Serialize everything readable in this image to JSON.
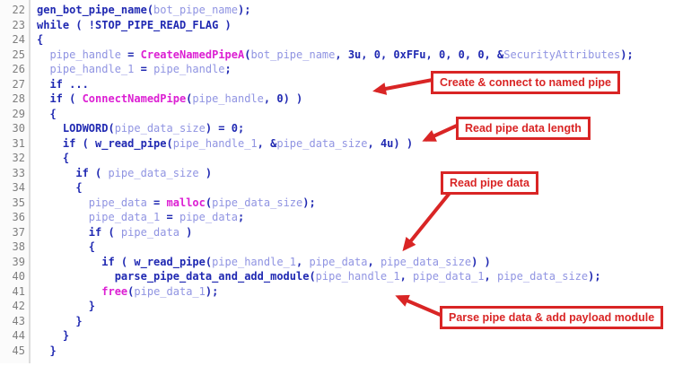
{
  "colors": {
    "keyword_blue": "#2029b2",
    "function_magenta": "#dc1fd3",
    "variable_purple": "#9094e2",
    "line_number_gray": "#7e7e7e",
    "annotation_red": "#d92525",
    "gutter_background": "#fbfbfb"
  },
  "code_view": {
    "lines": [
      {
        "num": "22",
        "indent": 0,
        "segments": [
          [
            "kw",
            "gen_bot_pipe_name("
          ],
          [
            "var",
            "bot_pipe_name"
          ],
          [
            "kw",
            ");"
          ]
        ]
      },
      {
        "num": "23",
        "indent": 0,
        "segments": [
          [
            "kw",
            "while ( !STOP_PIPE_READ_FLAG )"
          ]
        ]
      },
      {
        "num": "24",
        "indent": 0,
        "segments": [
          [
            "kw",
            "{"
          ]
        ]
      },
      {
        "num": "25",
        "indent": 2,
        "segments": [
          [
            "var",
            "pipe_handle"
          ],
          [
            "kw",
            " = "
          ],
          [
            "fn",
            "CreateNamedPipeA"
          ],
          [
            "kw",
            "("
          ],
          [
            "var",
            "bot_pipe_name"
          ],
          [
            "kw",
            ", 3u, 0, 0xFFu, 0, 0, 0, &"
          ],
          [
            "var",
            "SecurityAttributes"
          ],
          [
            "kw",
            ");"
          ]
        ]
      },
      {
        "num": "26",
        "indent": 2,
        "segments": [
          [
            "var",
            "pipe_handle_1"
          ],
          [
            "kw",
            " = "
          ],
          [
            "var",
            "pipe_handle"
          ],
          [
            "kw",
            ";"
          ]
        ]
      },
      {
        "num": "27",
        "indent": 2,
        "segments": [
          [
            "kw",
            "if ..."
          ]
        ]
      },
      {
        "num": "28",
        "indent": 2,
        "segments": [
          [
            "kw",
            "if ( "
          ],
          [
            "fn",
            "ConnectNamedPipe"
          ],
          [
            "kw",
            "("
          ],
          [
            "var",
            "pipe_handle"
          ],
          [
            "kw",
            ", 0) )"
          ]
        ]
      },
      {
        "num": "29",
        "indent": 2,
        "segments": [
          [
            "kw",
            "{"
          ]
        ]
      },
      {
        "num": "30",
        "indent": 4,
        "segments": [
          [
            "kw",
            "LODWORD("
          ],
          [
            "var",
            "pipe_data_size"
          ],
          [
            "kw",
            ") = 0;"
          ]
        ]
      },
      {
        "num": "31",
        "indent": 4,
        "segments": [
          [
            "kw",
            "if ( w_read_pipe("
          ],
          [
            "var",
            "pipe_handle_1"
          ],
          [
            "kw",
            ", &"
          ],
          [
            "var",
            "pipe_data_size"
          ],
          [
            "kw",
            ", 4u) )"
          ]
        ]
      },
      {
        "num": "32",
        "indent": 4,
        "segments": [
          [
            "kw",
            "{"
          ]
        ]
      },
      {
        "num": "33",
        "indent": 6,
        "segments": [
          [
            "kw",
            "if ( "
          ],
          [
            "var",
            "pipe_data_size"
          ],
          [
            "kw",
            " )"
          ]
        ]
      },
      {
        "num": "34",
        "indent": 6,
        "segments": [
          [
            "kw",
            "{"
          ]
        ]
      },
      {
        "num": "35",
        "indent": 8,
        "segments": [
          [
            "var",
            "pipe_data"
          ],
          [
            "kw",
            " = "
          ],
          [
            "fn",
            "malloc"
          ],
          [
            "kw",
            "("
          ],
          [
            "var",
            "pipe_data_size"
          ],
          [
            "kw",
            ");"
          ]
        ]
      },
      {
        "num": "36",
        "indent": 8,
        "segments": [
          [
            "var",
            "pipe_data_1"
          ],
          [
            "kw",
            " = "
          ],
          [
            "var",
            "pipe_data"
          ],
          [
            "kw",
            ";"
          ]
        ]
      },
      {
        "num": "37",
        "indent": 8,
        "segments": [
          [
            "kw",
            "if ( "
          ],
          [
            "var",
            "pipe_data"
          ],
          [
            "kw",
            " )"
          ]
        ]
      },
      {
        "num": "38",
        "indent": 8,
        "segments": [
          [
            "kw",
            "{"
          ]
        ]
      },
      {
        "num": "39",
        "indent": 10,
        "segments": [
          [
            "kw",
            "if ( w_read_pipe("
          ],
          [
            "var",
            "pipe_handle_1"
          ],
          [
            "kw",
            ", "
          ],
          [
            "var",
            "pipe_data"
          ],
          [
            "kw",
            ", "
          ],
          [
            "var",
            "pipe_data_size"
          ],
          [
            "kw",
            ") )"
          ]
        ]
      },
      {
        "num": "40",
        "indent": 12,
        "segments": [
          [
            "kw",
            "parse_pipe_data_and_add_module("
          ],
          [
            "var",
            "pipe_handle_1"
          ],
          [
            "kw",
            ", "
          ],
          [
            "var",
            "pipe_data_1"
          ],
          [
            "kw",
            ", "
          ],
          [
            "var",
            "pipe_data_size"
          ],
          [
            "kw",
            ");"
          ]
        ]
      },
      {
        "num": "41",
        "indent": 10,
        "segments": [
          [
            "fn",
            "free"
          ],
          [
            "kw",
            "("
          ],
          [
            "var",
            "pipe_data_1"
          ],
          [
            "kw",
            ");"
          ]
        ]
      },
      {
        "num": "42",
        "indent": 8,
        "segments": [
          [
            "kw",
            "}"
          ]
        ]
      },
      {
        "num": "43",
        "indent": 6,
        "segments": [
          [
            "kw",
            "}"
          ]
        ]
      },
      {
        "num": "44",
        "indent": 4,
        "segments": [
          [
            "kw",
            "}"
          ]
        ]
      },
      {
        "num": "45",
        "indent": 2,
        "segments": [
          [
            "kw",
            "}"
          ]
        ]
      }
    ]
  },
  "annotations": [
    {
      "label": "Create & connect to named pipe"
    },
    {
      "label": "Read pipe data length"
    },
    {
      "label": "Read pipe data"
    },
    {
      "label": "Parse pipe data & add payload module"
    }
  ]
}
